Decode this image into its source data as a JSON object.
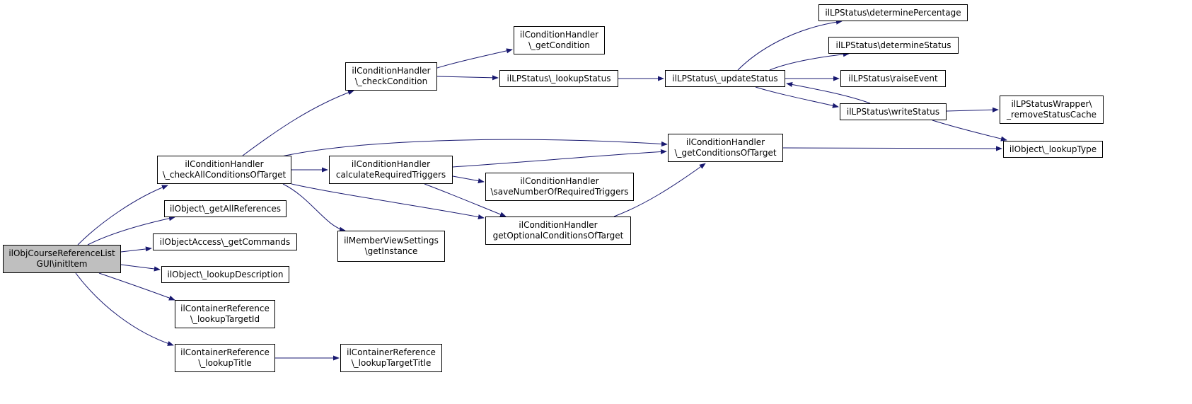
{
  "colors": {
    "edge": "#191970",
    "node_border": "#000000",
    "root_fill": "#bfbfbf",
    "node_fill": "#ffffff"
  },
  "nodes": [
    {
      "id": "root",
      "lines": [
        "ilObjCourseReferenceList",
        "GUI\\initItem"
      ],
      "root": true
    },
    {
      "id": "checkAll",
      "lines": [
        "ilConditionHandler",
        "\\_checkAllConditionsOfTarget"
      ]
    },
    {
      "id": "getAllRefs",
      "lines": [
        "ilObject\\_getAllReferences"
      ]
    },
    {
      "id": "getCommands",
      "lines": [
        "ilObjectAccess\\_getCommands"
      ]
    },
    {
      "id": "lookupDesc",
      "lines": [
        "ilObject\\_lookupDescription"
      ]
    },
    {
      "id": "lookupTargetId",
      "lines": [
        "ilContainerReference",
        "\\_lookupTargetId"
      ]
    },
    {
      "id": "lookupTitle",
      "lines": [
        "ilContainerReference",
        "\\_lookupTitle"
      ]
    },
    {
      "id": "lookupTargetTitle",
      "lines": [
        "ilContainerReference",
        "\\_lookupTargetTitle"
      ]
    },
    {
      "id": "checkCond",
      "lines": [
        "ilConditionHandler",
        "\\_checkCondition"
      ]
    },
    {
      "id": "calcReq",
      "lines": [
        "ilConditionHandler",
        "calculateRequiredTriggers"
      ]
    },
    {
      "id": "memberView",
      "lines": [
        "ilMemberViewSettings",
        "\\getInstance"
      ]
    },
    {
      "id": "getCond",
      "lines": [
        "ilConditionHandler",
        "\\_getCondition"
      ]
    },
    {
      "id": "lookupStatus",
      "lines": [
        "ilLPStatus\\_lookupStatus"
      ]
    },
    {
      "id": "saveNum",
      "lines": [
        "ilConditionHandler",
        "\\saveNumberOfRequiredTriggers"
      ]
    },
    {
      "id": "getOptional",
      "lines": [
        "ilConditionHandler",
        "getOptionalConditionsOfTarget"
      ]
    },
    {
      "id": "getCondOfTarget",
      "lines": [
        "ilConditionHandler",
        "\\_getConditionsOfTarget"
      ]
    },
    {
      "id": "updateStatus",
      "lines": [
        "ilLPStatus\\_updateStatus"
      ]
    },
    {
      "id": "detPercent",
      "lines": [
        "ilLPStatus\\determinePercentage"
      ]
    },
    {
      "id": "detStatus",
      "lines": [
        "ilLPStatus\\determineStatus"
      ]
    },
    {
      "id": "raiseEvent",
      "lines": [
        "ilLPStatus\\raiseEvent"
      ]
    },
    {
      "id": "writeStatus",
      "lines": [
        "ilLPStatus\\writeStatus"
      ]
    },
    {
      "id": "removeCache",
      "lines": [
        "ilLPStatusWrapper\\",
        "_removeStatusCache"
      ]
    },
    {
      "id": "lookupType",
      "lines": [
        "ilObject\\_lookupType"
      ]
    }
  ],
  "edges": [
    {
      "from": "root",
      "to": "checkAll"
    },
    {
      "from": "root",
      "to": "getAllRefs"
    },
    {
      "from": "root",
      "to": "getCommands"
    },
    {
      "from": "root",
      "to": "lookupDesc"
    },
    {
      "from": "root",
      "to": "lookupTargetId"
    },
    {
      "from": "root",
      "to": "lookupTitle"
    },
    {
      "from": "lookupTitle",
      "to": "lookupTargetTitle"
    },
    {
      "from": "checkAll",
      "to": "checkCond"
    },
    {
      "from": "checkAll",
      "to": "getCondOfTarget"
    },
    {
      "from": "checkAll",
      "to": "calcReq"
    },
    {
      "from": "checkAll",
      "to": "getOptional"
    },
    {
      "from": "checkAll",
      "to": "memberView"
    },
    {
      "from": "checkCond",
      "to": "getCond"
    },
    {
      "from": "checkCond",
      "to": "lookupStatus"
    },
    {
      "from": "lookupStatus",
      "to": "updateStatus"
    },
    {
      "from": "updateStatus",
      "to": "detPercent"
    },
    {
      "from": "updateStatus",
      "to": "detStatus"
    },
    {
      "from": "updateStatus",
      "to": "raiseEvent"
    },
    {
      "from": "updateStatus",
      "to": "writeStatus"
    },
    {
      "from": "writeStatus",
      "to": "updateStatus"
    },
    {
      "from": "writeStatus",
      "to": "removeCache"
    },
    {
      "from": "writeStatus",
      "to": "lookupType"
    },
    {
      "from": "calcReq",
      "to": "getCondOfTarget"
    },
    {
      "from": "calcReq",
      "to": "saveNum"
    },
    {
      "from": "calcReq",
      "to": "getOptional"
    },
    {
      "from": "getOptional",
      "to": "getCondOfTarget"
    },
    {
      "from": "getCondOfTarget",
      "to": "lookupType"
    }
  ]
}
